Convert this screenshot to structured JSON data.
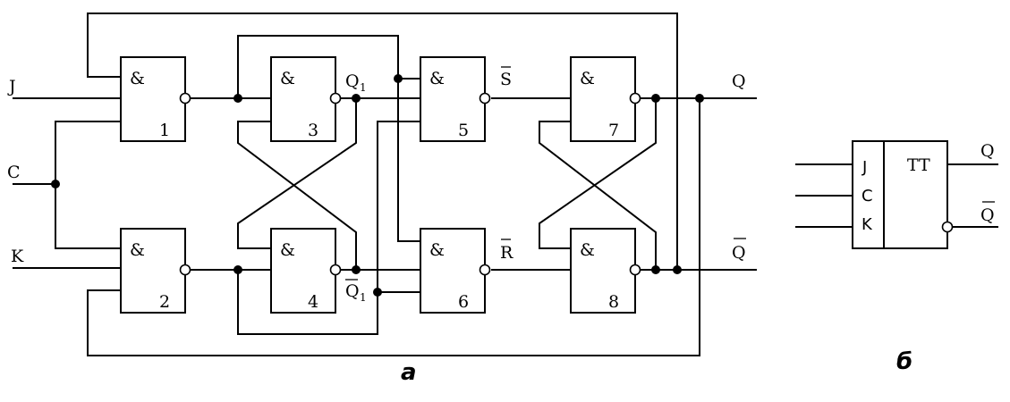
{
  "inputs": {
    "j": "J",
    "c": "C",
    "k": "K"
  },
  "outputs": {
    "q": "Q",
    "qbar": "Q"
  },
  "gates": [
    {
      "symbol": "&",
      "number": "1"
    },
    {
      "symbol": "&",
      "number": "2"
    },
    {
      "symbol": "&",
      "number": "3"
    },
    {
      "symbol": "&",
      "number": "4"
    },
    {
      "symbol": "&",
      "number": "5"
    },
    {
      "symbol": "&",
      "number": "6"
    },
    {
      "symbol": "&",
      "number": "7"
    },
    {
      "symbol": "&",
      "number": "8"
    }
  ],
  "signals": {
    "q1": "Q",
    "q1_sub": "1",
    "q1bar": "Q",
    "q1bar_sub": "1",
    "s": "S",
    "r": "R"
  },
  "symbol_block": {
    "inputs": [
      "J",
      "C",
      "K"
    ],
    "type": "TT",
    "out_q": "Q",
    "out_qbar": "Q"
  },
  "captions": {
    "a": "а",
    "b": "б"
  }
}
